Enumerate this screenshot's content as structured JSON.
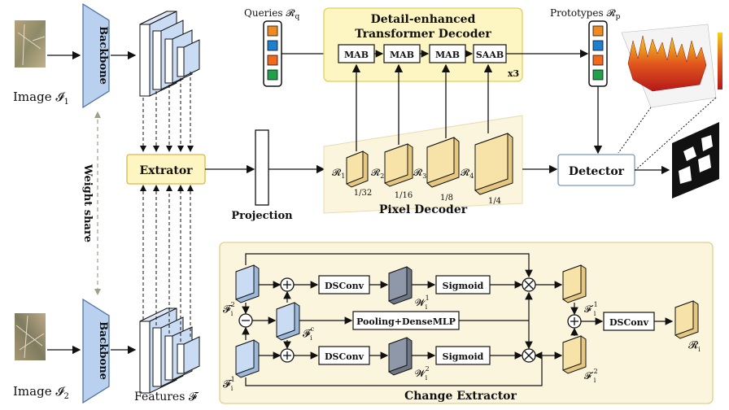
{
  "inputs": {
    "image1_label": "Image 𝓘",
    "image1_sub": "1",
    "image2_label": "Image 𝓘",
    "image2_sub": "2"
  },
  "backbone": {
    "label": "Backbone",
    "weight_share": "Weight share"
  },
  "features": {
    "label": "Features 𝓕"
  },
  "extractor": {
    "label": "Extrator"
  },
  "projection": {
    "label": "Projection"
  },
  "queries": {
    "label": "Queries 𝓡",
    "sub": "q"
  },
  "prototypes": {
    "label": "Prototypes 𝓡",
    "sub": "p"
  },
  "decoder": {
    "title_line1": "Detail-enhanced",
    "title_line2": "Transformer Decoder",
    "blocks": [
      "MAB",
      "MAB",
      "MAB",
      "SAAB"
    ],
    "repeat": "x3"
  },
  "pixel_decoder": {
    "label": "Pixel Decoder",
    "scales": [
      {
        "name": "𝓡",
        "sub": "1",
        "ratio": "1/32"
      },
      {
        "name": "𝓡",
        "sub": "2",
        "ratio": "1/16"
      },
      {
        "name": "𝓡",
        "sub": "3",
        "ratio": "1/8"
      },
      {
        "name": "𝓡",
        "sub": "4",
        "ratio": "1/4"
      }
    ]
  },
  "detector": {
    "label": "Detector"
  },
  "change_extractor": {
    "title": "Change Extractor",
    "dsconv_top": "DSConv",
    "dsconv_bottom": "DSConv",
    "dsconv_out": "DSConv",
    "sigmoid_top": "Sigmoid",
    "sigmoid_bottom": "Sigmoid",
    "pooling": "Pooling+DenseMLP",
    "f2": {
      "name": "𝓕",
      "sup": "2",
      "sub": "i"
    },
    "f1": {
      "name": "𝓕",
      "sup": "1",
      "sub": "i"
    },
    "fc": {
      "name": "𝓕",
      "sup": "c",
      "sub": "i"
    },
    "w1": {
      "name": "𝓦",
      "sup": "1",
      "sub": "i"
    },
    "w2": {
      "name": "𝓦",
      "sup": "2",
      "sub": "i"
    },
    "fp1": {
      "name": "𝓕′",
      "sup": "1",
      "sub": "i"
    },
    "fp2": {
      "name": "𝓕′",
      "sup": "2",
      "sub": "i"
    },
    "ri": {
      "name": "𝓡",
      "sub": "i"
    }
  },
  "colors": {
    "query_tokens": [
      "#f08a1e",
      "#1e7fd0",
      "#f06a1e",
      "#21a04a"
    ],
    "backbone_fill": "#b9d1ee",
    "decoder_panel": "#fdf6c2",
    "extractor_panel": "#fbf5de",
    "feature_cube": "#f7e2a8",
    "fmap_blue": "#c9dcf3",
    "fmap_gray": "#8f98a8"
  }
}
